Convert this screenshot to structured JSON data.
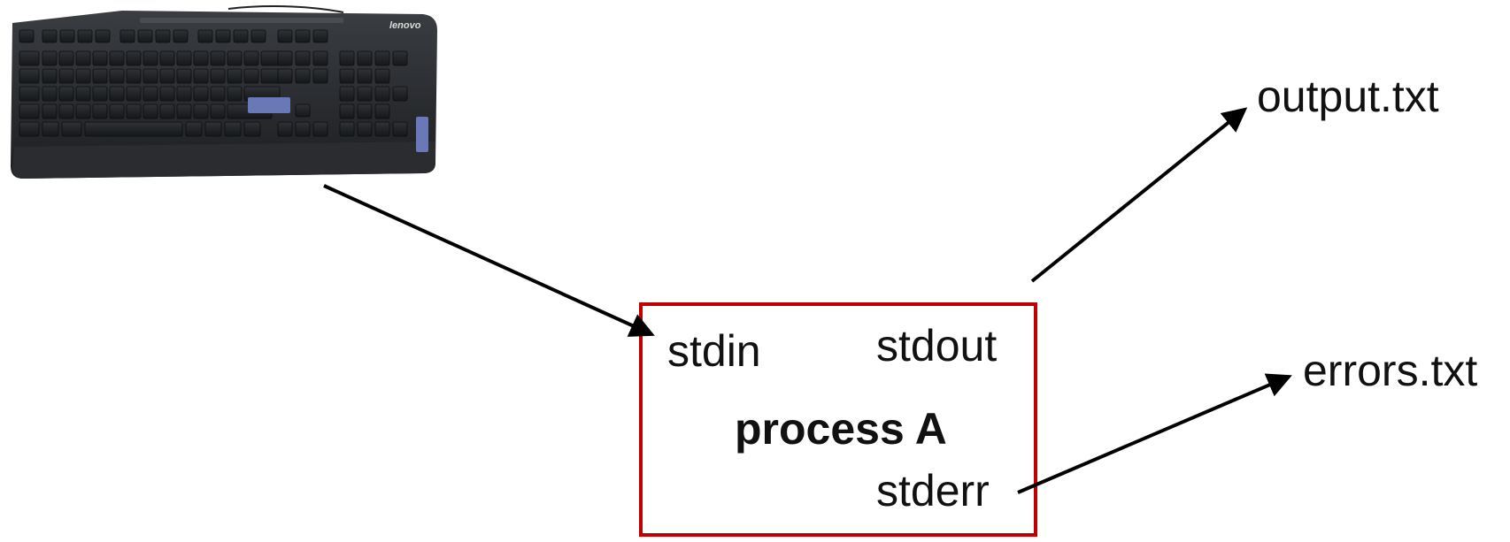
{
  "diagram": {
    "process": {
      "title": "process A",
      "border_color": "#c00000"
    },
    "streams": {
      "stdin": "stdin",
      "stdout": "stdout",
      "stderr": "stderr"
    },
    "files": {
      "output": "output.txt",
      "errors": "errors.txt"
    },
    "keyboard": {
      "brand": "lenovo"
    }
  }
}
